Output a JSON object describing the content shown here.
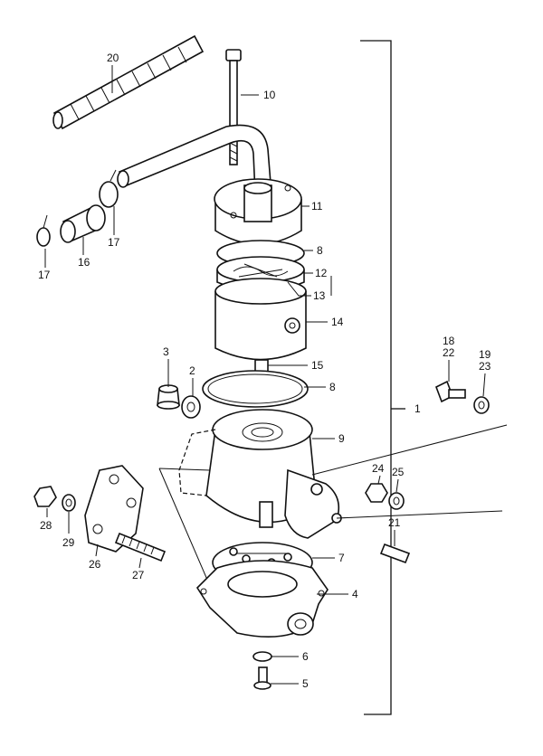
{
  "diagram": {
    "callouts": {
      "c1": "1",
      "c2": "2",
      "c3": "3",
      "c4": "4",
      "c5": "5",
      "c6": "6",
      "c7": "7",
      "c8a": "8",
      "c8b": "8",
      "c9": "9",
      "c10": "10",
      "c11": "11",
      "c12": "12",
      "c13": "13",
      "c14": "14",
      "c15": "15",
      "c16": "16",
      "c17a": "17",
      "c17b": "17",
      "c18": "18",
      "c19": "19",
      "c20": "20",
      "c21": "21",
      "c22": "22",
      "c23": "23",
      "c24": "24",
      "c25": "25",
      "c26": "26",
      "c27": "27",
      "c28": "28",
      "c29": "29"
    }
  }
}
